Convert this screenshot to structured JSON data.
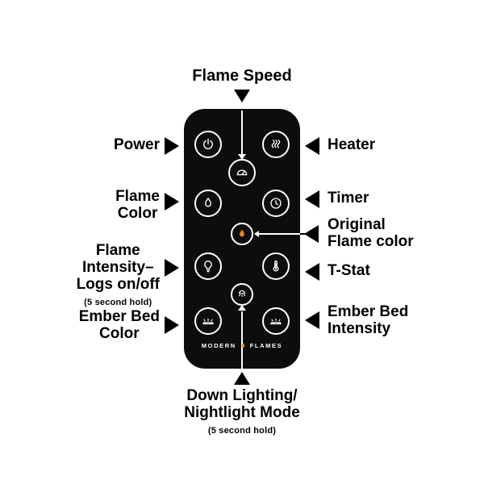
{
  "brand": {
    "left": "MODERN",
    "right": "FLAMES"
  },
  "annotations": {
    "flame_speed": {
      "lines": [
        "Flame Speed"
      ]
    },
    "power": {
      "lines": [
        "Power"
      ]
    },
    "heater": {
      "lines": [
        "Heater"
      ]
    },
    "flame_color": {
      "lines": [
        "Flame",
        "Color"
      ]
    },
    "timer": {
      "lines": [
        "Timer"
      ]
    },
    "original_flame_color": {
      "lines": [
        "Original",
        "Flame color"
      ]
    },
    "flame_intensity": {
      "lines": [
        "Flame",
        "Intensity–",
        "Logs on/off"
      ],
      "note": "(5 second hold)"
    },
    "t_stat": {
      "lines": [
        "T-Stat"
      ]
    },
    "ember_bed_color": {
      "lines": [
        "Ember Bed",
        "Color"
      ]
    },
    "ember_bed_intensity": {
      "lines": [
        "Ember Bed",
        "Intensity"
      ]
    },
    "down_lighting": {
      "lines": [
        "Down Lighting/",
        "Nightlight Mode"
      ],
      "note": "(5 second hold)"
    }
  },
  "buttons": [
    {
      "name": "power",
      "icon": "power-icon"
    },
    {
      "name": "heater",
      "icon": "heat-waves-icon"
    },
    {
      "name": "flame-speed",
      "icon": "gauge-icon"
    },
    {
      "name": "flame-color",
      "icon": "flame-icon"
    },
    {
      "name": "timer",
      "icon": "clock-icon"
    },
    {
      "name": "original-flame-color",
      "icon": "small-flame-icon"
    },
    {
      "name": "flame-intensity-logs",
      "icon": "bulb-icon"
    },
    {
      "name": "t-stat",
      "icon": "thermometer-icon"
    },
    {
      "name": "down-lighting",
      "icon": "downlight-icon"
    },
    {
      "name": "ember-bed-color",
      "icon": "ember-bed-icon"
    },
    {
      "name": "ember-bed-intensity",
      "icon": "ember-bed-icon"
    }
  ],
  "colors": {
    "remote_body": "#0d0d0d",
    "icon": "#ffffff",
    "accent_flame": "#e8821e",
    "label_text": "#000000"
  }
}
